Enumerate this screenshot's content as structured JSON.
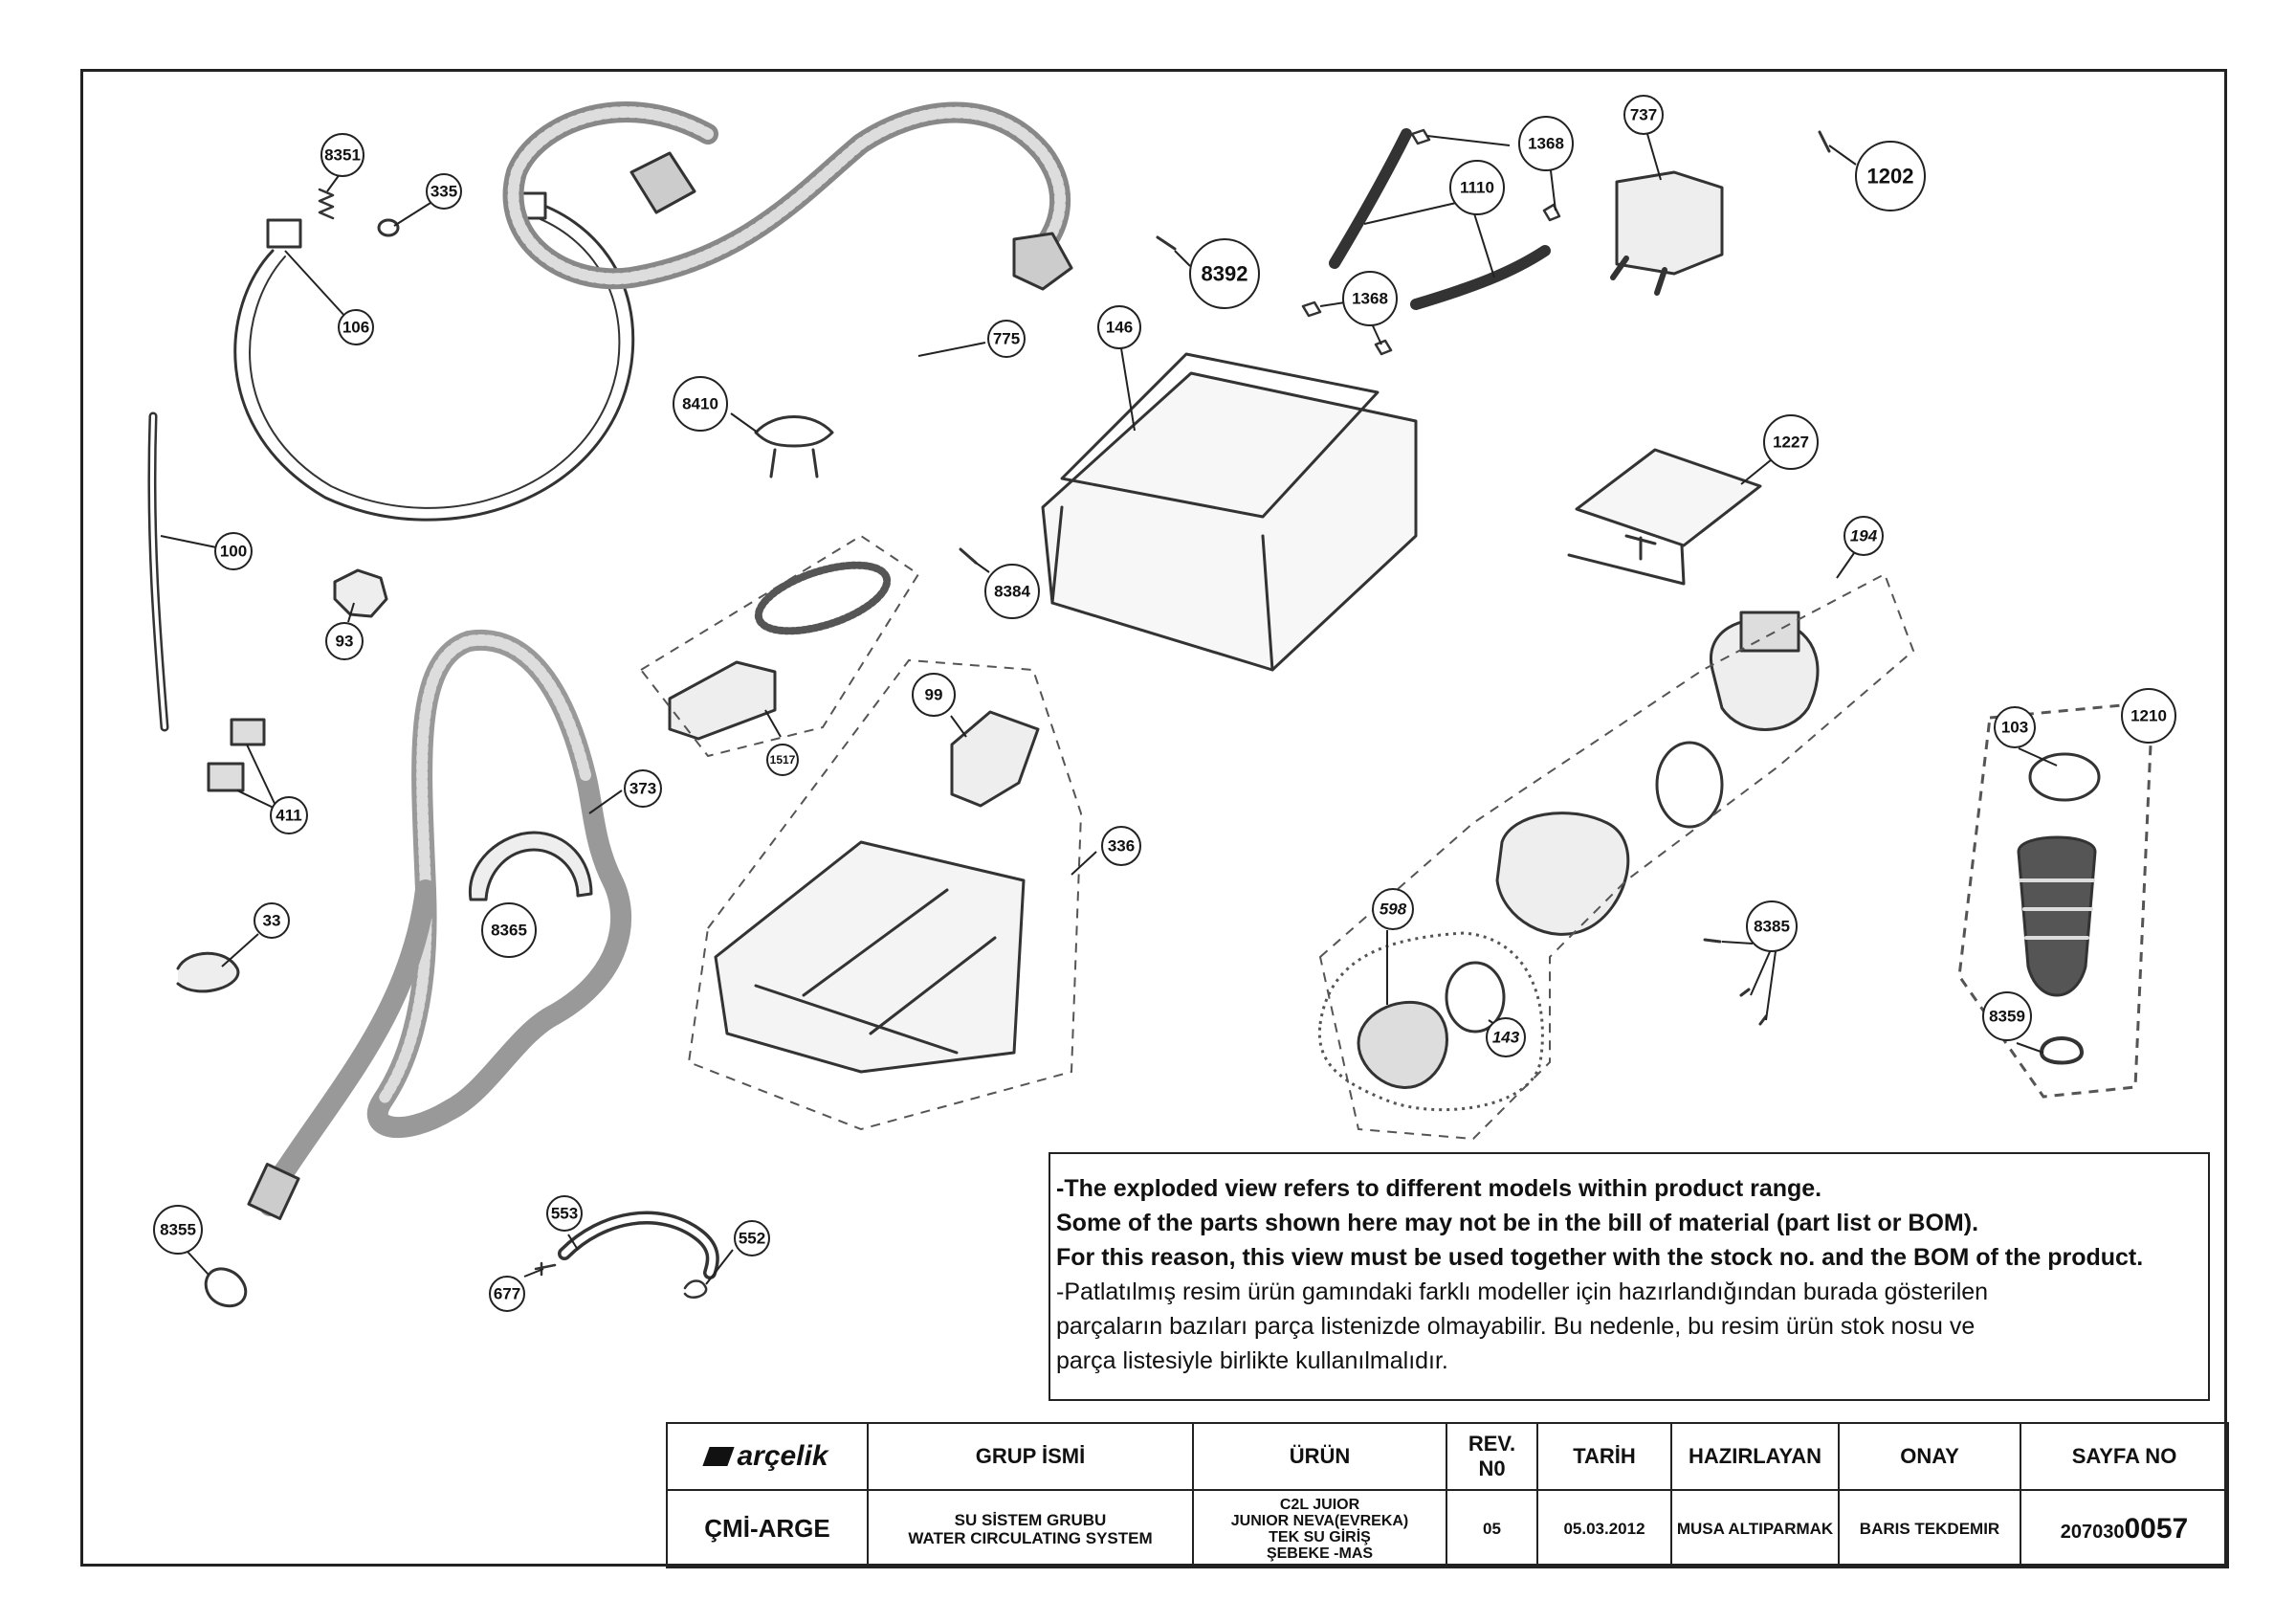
{
  "callouts": {
    "c8351": "8351",
    "c335": "335",
    "c106": "106",
    "c100": "100",
    "c93": "93",
    "c411": "411",
    "c33": "33",
    "c8355": "8355",
    "c8410": "8410",
    "c775": "775",
    "c373": "373",
    "c8365": "8365",
    "c1517": "1517",
    "c99": "99",
    "c336": "336",
    "c553": "553",
    "c552": "552",
    "c677": "677",
    "c146": "146",
    "c8384": "8384",
    "c8392": "8392",
    "c1368a": "1368",
    "c1368b": "1368",
    "c1110": "1110",
    "c737": "737",
    "c1202": "1202",
    "c1227": "1227",
    "c194": "194",
    "c598": "598",
    "c143": "143",
    "c8385": "8385",
    "c1210": "1210",
    "c103": "103",
    "c8359": "8359"
  },
  "notes": [
    "-The exploded view refers to different models within product range.",
    " Some of the parts shown here may not be in the bill of material (part list or BOM).",
    " For this reason, this view must be used together with the stock no. and the BOM of the product.",
    "-Patlatılmış resim ürün gamındaki farklı modeller için hazırlandığından burada gösterilen",
    " parçaların bazıları parça listenizde olmayabilir. Bu nedenle, bu resim ürün stok nosu ve",
    " parça listesiyle birlikte kullanılmalıdır."
  ],
  "title_block": {
    "logo_text": "arçelik",
    "headers": {
      "group_name": "GRUP İSMİ",
      "product": "ÜRÜN",
      "rev_line1": "REV.",
      "rev_line2": "N0",
      "date": "TARİH",
      "prepared_by": "HAZIRLAYAN",
      "approval": "ONAY",
      "page_no": "SAYFA NO"
    },
    "values": {
      "department": "ÇMİ-ARGE",
      "group_line1": "SU SİSTEM GRUBU",
      "group_line2": "WATER CIRCULATING SYSTEM",
      "product_line1": "C2L  JUIOR",
      "product_line2": "JUNIOR NEVA(EVREKA)",
      "product_line3": "TEK SU GİRİŞ",
      "product_line4": "ŞEBEKE -MAS",
      "revision": "05",
      "date": "05.03.2012",
      "prepared_by": "MUSA ALTIPARMAK",
      "approval": "BARIS TEKDEMIR",
      "page_no_prefix": "207030",
      "page_no_suffix": "0057"
    }
  }
}
